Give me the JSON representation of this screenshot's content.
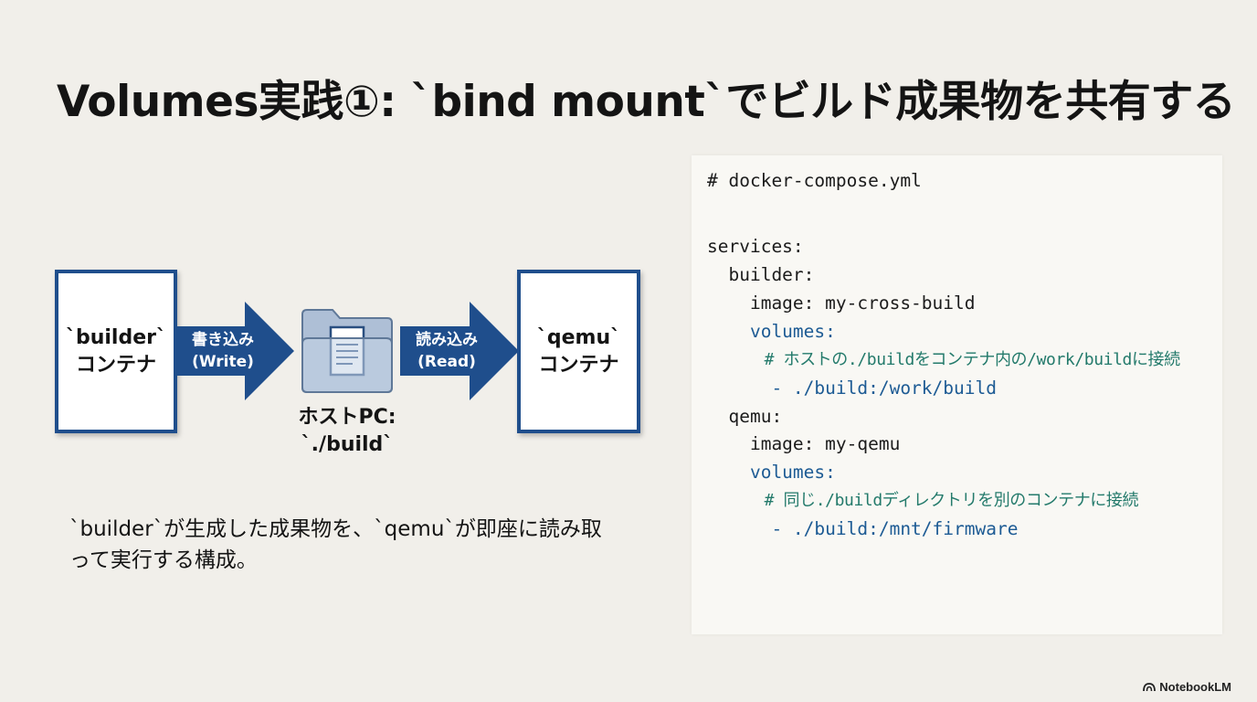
{
  "title": "Volumes実践①: `bind mount`でビルド成果物を共有する",
  "diagram": {
    "builder_box": {
      "line1": "`builder`",
      "line2": "コンテナ"
    },
    "write_arrow": {
      "line1": "書き込み",
      "line2": "(Write)"
    },
    "host": {
      "line1": "ホストPC:",
      "line2": "`./build`"
    },
    "read_arrow": {
      "line1": "読み込み",
      "line2": "(Read)"
    },
    "qemu_box": {
      "line1": "`qemu`",
      "line2": "コンテナ"
    },
    "icons": {
      "folder": "folder-document-icon"
    },
    "colors": {
      "accent": "#1f4e8c",
      "folder": "#b9c8dc",
      "comment": "#237a6b",
      "keyword": "#1d5b94"
    }
  },
  "description": {
    "line1": "`builder`が生成した成果物を、`qemu`が即座に読み取",
    "line2": "って実行する構成。"
  },
  "code": {
    "lines": [
      "# docker-compose.yml",
      "services:",
      "  builder:",
      "    image: my-cross-build",
      "    volumes:",
      "      # ホストの./buildをコンテナ内の/work/buildに接続",
      "      - ./build:/work/build",
      "  qemu:",
      "    image: my-qemu",
      "    volumes:",
      "      # 同じ./buildディレクトリを別のコンテナに接続",
      "      - ./build:/mnt/firmware"
    ]
  },
  "brand": "NotebookLM"
}
